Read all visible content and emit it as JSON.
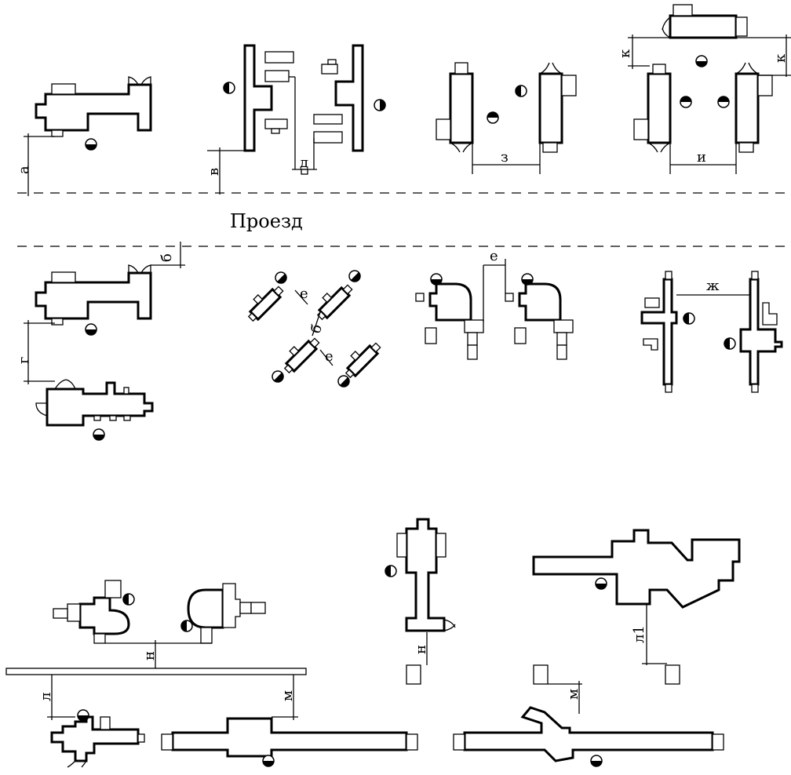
{
  "road_label": "Проезд",
  "dimension_labels": {
    "a": "а",
    "b": "б",
    "b2": "б",
    "v": "в",
    "g": "г",
    "d": "д",
    "e1": "е",
    "e2": "е",
    "e3": "е",
    "zh": "ж",
    "z": "з",
    "i": "и",
    "k_left": "к",
    "k_right": "к",
    "l": "л",
    "l1": "л1",
    "m1": "м",
    "m2": "м",
    "n1": "н",
    "n2": "н"
  },
  "symbols": {
    "operator_marker": "operator-position-icon"
  }
}
